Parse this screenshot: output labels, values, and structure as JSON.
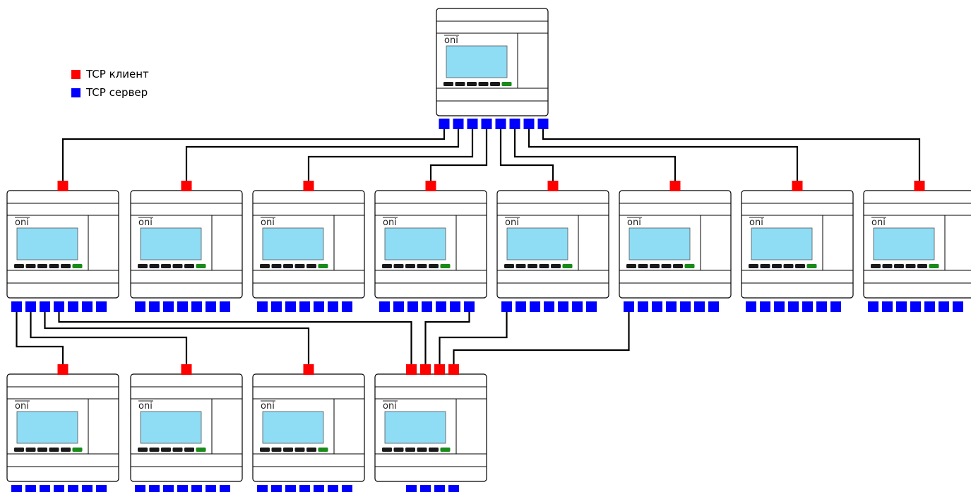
{
  "legend": {
    "items": [
      {
        "key": "client",
        "label": "TCP клиент",
        "color": "#ff0000"
      },
      {
        "key": "server",
        "label": "TCP сервер",
        "color": "#0000ff"
      }
    ]
  },
  "device": {
    "brand": "oni",
    "screen_color": "#8fdcf5",
    "led_color": "#1a1a1a",
    "led_active_color": "#1a8a1a",
    "frame_color": "#000000"
  },
  "network": {
    "devices": [
      {
        "id": "master"
      },
      {
        "id": "l1-1"
      },
      {
        "id": "l1-2"
      },
      {
        "id": "l1-3"
      },
      {
        "id": "l1-4"
      },
      {
        "id": "l1-5"
      },
      {
        "id": "l1-6"
      },
      {
        "id": "l1-7"
      },
      {
        "id": "l1-8"
      },
      {
        "id": "l2-1"
      },
      {
        "id": "l2-2"
      },
      {
        "id": "l2-3"
      },
      {
        "id": "l2-4"
      }
    ],
    "links": [
      {
        "from": "master",
        "server_port": 1,
        "to": "l1-1",
        "client_port": 1
      },
      {
        "from": "master",
        "server_port": 2,
        "to": "l1-2",
        "client_port": 1
      },
      {
        "from": "master",
        "server_port": 3,
        "to": "l1-3",
        "client_port": 1
      },
      {
        "from": "master",
        "server_port": 4,
        "to": "l1-4",
        "client_port": 1
      },
      {
        "from": "master",
        "server_port": 5,
        "to": "l1-5",
        "client_port": 1
      },
      {
        "from": "master",
        "server_port": 6,
        "to": "l1-6",
        "client_port": 1
      },
      {
        "from": "master",
        "server_port": 7,
        "to": "l1-7",
        "client_port": 1
      },
      {
        "from": "master",
        "server_port": 8,
        "to": "l1-8",
        "client_port": 1
      },
      {
        "from": "l1-1",
        "server_port": 1,
        "to": "l2-1",
        "client_port": 1
      },
      {
        "from": "l1-1",
        "server_port": 2,
        "to": "l2-2",
        "client_port": 1
      },
      {
        "from": "l1-1",
        "server_port": 3,
        "to": "l2-3",
        "client_port": 1
      },
      {
        "from": "l1-1",
        "server_port": 4,
        "to": "l2-4",
        "client_port": 1
      },
      {
        "from": "l1-4",
        "server_port": 7,
        "to": "l2-4",
        "client_port": 2
      },
      {
        "from": "l1-5",
        "server_port": 1,
        "to": "l2-4",
        "client_port": 3
      },
      {
        "from": "l1-6",
        "server_port": 1,
        "to": "l2-4",
        "client_port": 4
      }
    ]
  }
}
